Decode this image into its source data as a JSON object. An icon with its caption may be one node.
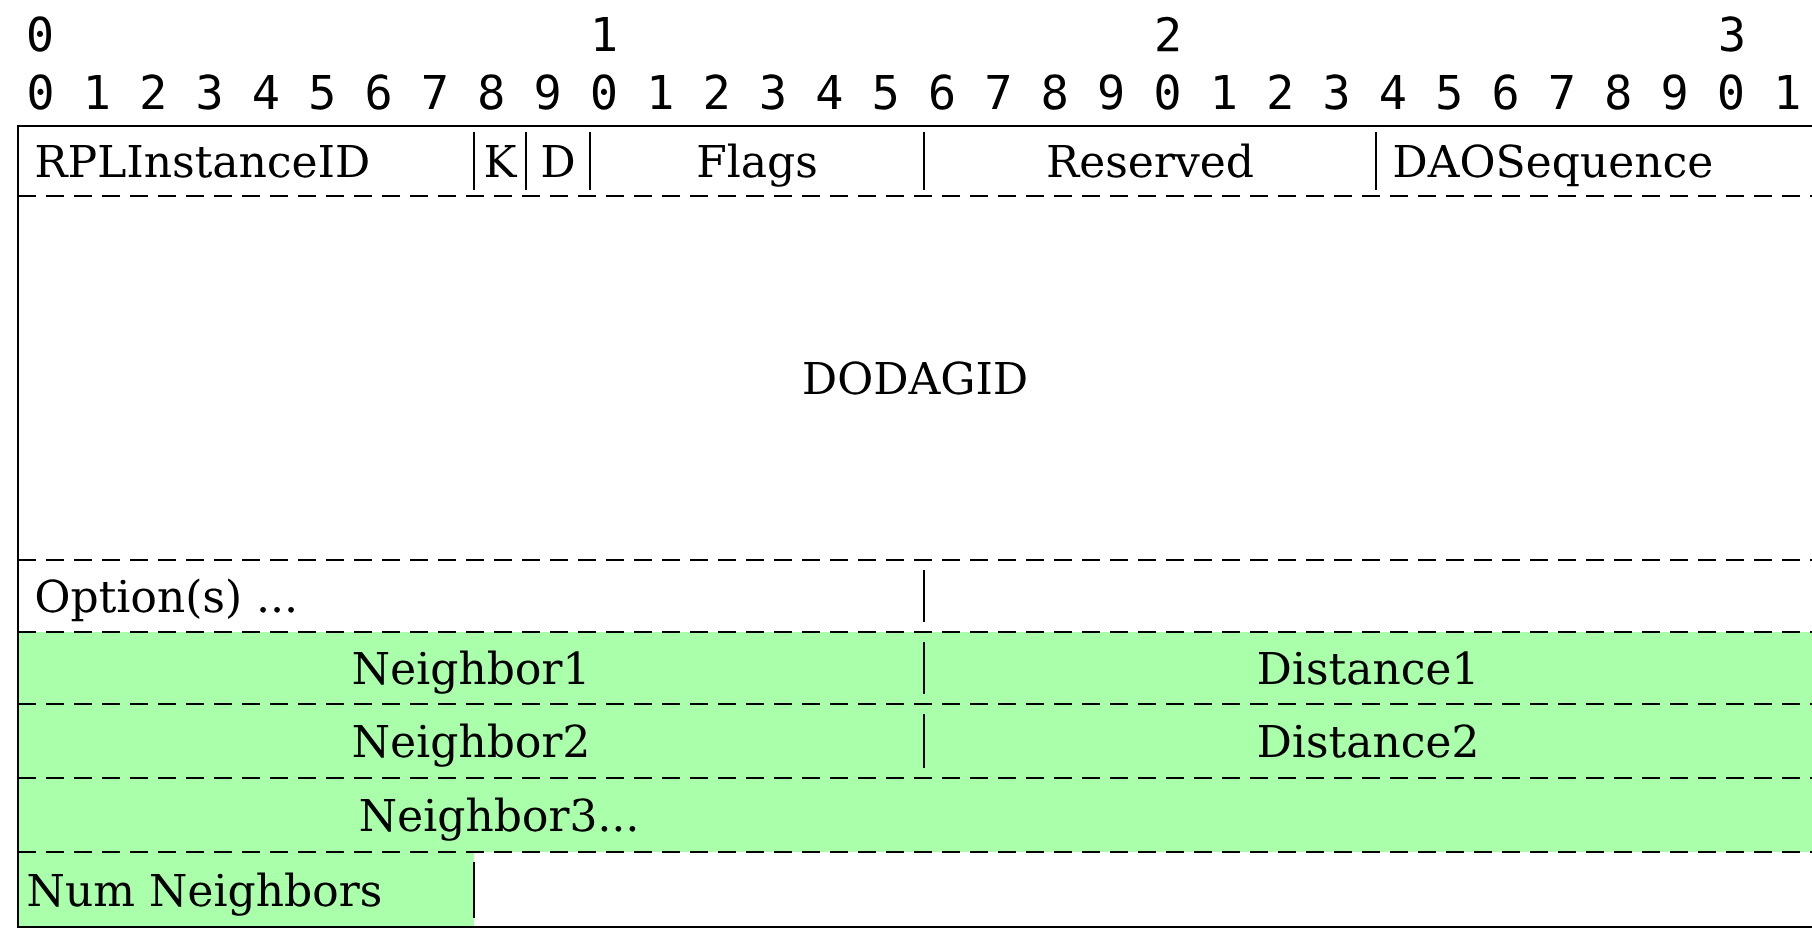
{
  "diagram": {
    "nodes": [
      {
        "text": [
          "RPLInstanceID"
        ]
      },
      {
        "text": [
          "K"
        ]
      },
      {
        "text": [
          "D"
        ]
      },
      {
        "text": [
          "Flags"
        ]
      },
      {
        "text": [
          "Reserved"
        ]
      },
      {
        "text": [
          "DAOSequence"
        ]
      },
      {
        "text": [
          "DODAGID"
        ]
      },
      {
        "text": [
          "Option(s) ..."
        ]
      },
      {
        "text": [
          "Neighbor1"
        ]
      },
      {
        "text": [
          "Distance1"
        ]
      },
      {
        "text": [
          "Neighbor2"
        ]
      },
      {
        "text": [
          "Distance2"
        ]
      },
      {
        "text": [
          "Neighbor3..."
        ]
      },
      {
        "text": [
          "Num Neighbors"
        ]
      }
    ],
    "labels": [
      "0",
      "1",
      "2",
      "3",
      "0 1 2 3 4 5 6 7 8 9 0 1 2 3 4 5 6 7 8 9 0 1 2 3 4 5 6 7 8 9 0 1"
    ]
  }
}
